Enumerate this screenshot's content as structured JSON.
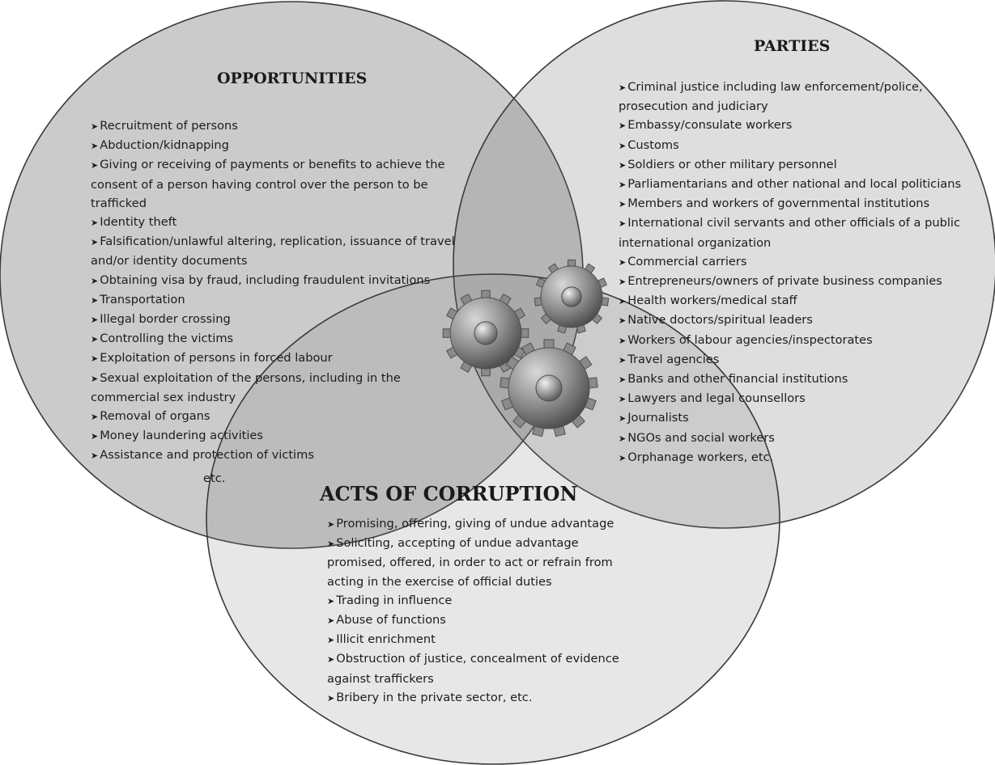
{
  "opportunities": {
    "title": "OPPORTUNITIES",
    "items": [
      "Recruitment of persons",
      "Abduction/kidnapping",
      "Giving or receiving of payments or benefits to achieve the consent of a person having control over the person to be trafficked",
      "Identity theft",
      "Falsification/unlawful altering, replication, issuance of travel and/or identity documents",
      "Obtaining visa by fraud, including fraudulent invitations",
      "Transportation",
      "Illegal border crossing",
      "Controlling the victims",
      "Exploitation of persons in forced labour",
      "Sexual exploitation of the persons, including in the commercial sex industry",
      "Removal of organs",
      "Money laundering activities",
      "Assistance and protection of victims"
    ],
    "etc": "etc."
  },
  "parties": {
    "title": "PARTIES",
    "items": [
      "Criminal justice including law enforcement/police, prosecution and judiciary",
      "Embassy/consulate workers",
      "Customs",
      "Soldiers or other military personnel",
      "Parliamentarians and other national and local politicians",
      "Members and workers of governmental institutions",
      "International civil servants and other officials of a public international organization",
      "Commercial carriers",
      "Entrepreneurs/owners of private business companies",
      "Health workers/medical staff",
      "Native doctors/spiritual leaders",
      "Workers of labour agencies/inspectorates",
      "Travel agencies",
      "Banks and other financial institutions",
      "Lawyers and legal counsellors",
      "Journalists",
      "NGOs and social workers",
      "Orphanage workers, etc."
    ]
  },
  "acts": {
    "title": "ACTS OF CORRUPTION",
    "items": [
      "Promising, offering, giving of undue advantage",
      "Soliciting, accepting of undue advantage promised, offered, in order to act or refrain from acting in the exercise of official duties",
      "Trading in influence",
      "Abuse of functions",
      "Illicit enrichment",
      "Obstruction of justice, concealment of evidence against traffickers",
      "Bribery in the private sector, etc."
    ]
  },
  "bullet_symbol": "➤",
  "icons": {
    "center": "gears-icon"
  },
  "colors": {
    "circle_fill": "#9a9a9a",
    "circle_stroke": "#3a3a3a",
    "text": "#1c1c1c",
    "gear": "#8a8a8a"
  }
}
